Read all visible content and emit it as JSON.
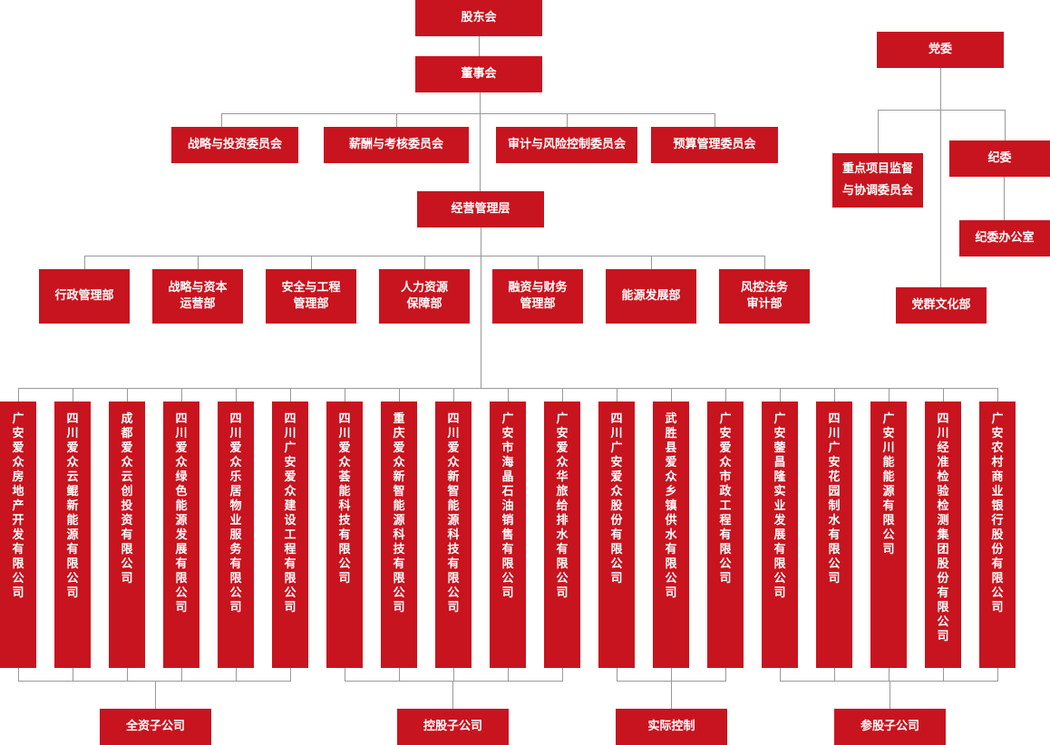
{
  "top": {
    "shareholders": "股东会",
    "board": "董事会",
    "management": "经营管理层"
  },
  "committees": [
    "战略与投资委员会",
    "薪酬与考核委员会",
    "审计与风险控制委员会",
    "预算管理委员会"
  ],
  "departments": [
    "行政管理部",
    "战略与资本\n运营部",
    "安全与工程\n管理部",
    "人力资源\n保障部",
    "融资与财务\n管理部",
    "能源发展部",
    "风控法务\n审计部"
  ],
  "party": {
    "committee": "党委",
    "project_supervision": "重点项目监督\n与协调委员会",
    "discipline": "纪委",
    "discipline_office": "纪委办公室",
    "culture": "党群文化部"
  },
  "companies": [
    "广安爱众房地产开发有限公司",
    "四川爱众云鲲新能源有限公司",
    "成都爱众云创投资有限公司",
    "四川爱众绿色能源发展有限公司",
    "四川爱众乐居物业服务有限公司",
    "四川广安爱众建设工程有限公司",
    "四川爱众荟能科技有限公司",
    "重庆爱众新智能源科技有限公司",
    "四川爱众新智能源科技有限公司",
    "广安市海晶石油销售有限公司",
    "广安爱众华旅给排水有限公司",
    "四川广安爱众股份有限公司",
    "武胜县爱众乡镇供水有限公司",
    "广安爱众市政工程有限公司",
    "广安蓥昌隆实业发展有限公司",
    "四川广安花园制水有限公司",
    "广安川能能源有限公司",
    "四川经准检验检测集团股份有限公司",
    "广安农村商业银行股份有限公司"
  ],
  "groups": [
    "全资子公司",
    "控股子公司",
    "实际控制",
    "参股子公司"
  ],
  "colors": {
    "box": "#c8141f",
    "line": "#999999"
  }
}
